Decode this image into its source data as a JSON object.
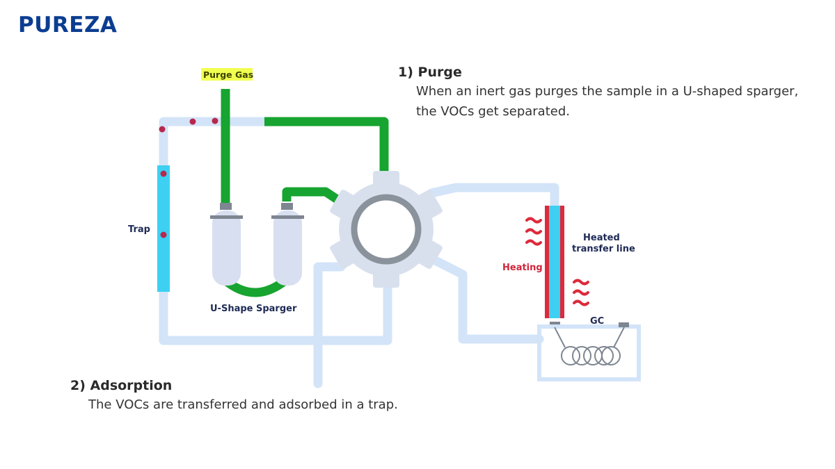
{
  "brand": {
    "logo": "PUREZA"
  },
  "steps": {
    "purge": {
      "title": "1) Purge",
      "line1": "When an inert gas purges the sample in a U-shaped sparger,",
      "line2": "the VOCs get separated."
    },
    "adsorption": {
      "title": "2) Adsorption",
      "line1": "The VOCs are transferred and adsorbed in a trap."
    }
  },
  "labels": {
    "purge_gas": "Purge Gas",
    "trap": "Trap",
    "sparger": "U-Shape Sparger",
    "heated_line_1": "Heated",
    "heated_line_2": "transfer line",
    "heating": "Heating",
    "gc": "GC"
  },
  "colors": {
    "pipe": "#d3e4f8",
    "gas_pipe": "#17a430",
    "trap": "#3dd0f2",
    "voc_dot": "#b8284d",
    "heater": "#dd2a3c",
    "valve_body": "#d9e0ed",
    "valve_ring": "#8a929c",
    "sparger_body": "#d7dff0",
    "highlight": "#f1ff4f",
    "logo": "#0b3d91"
  }
}
